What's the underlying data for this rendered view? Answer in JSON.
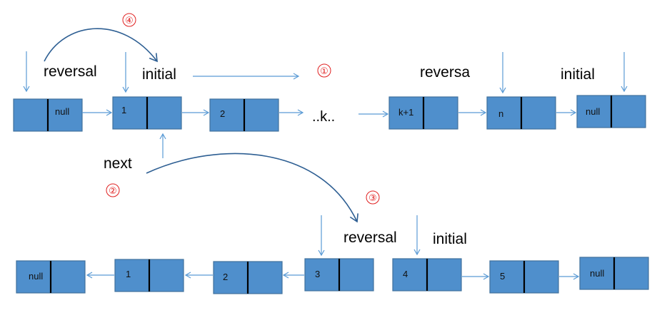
{
  "top_row": {
    "nodes": [
      {
        "value": "null"
      },
      {
        "value": "1"
      },
      {
        "value": "2"
      },
      {
        "value": "k+1"
      },
      {
        "value": "n"
      },
      {
        "value": "null"
      }
    ],
    "ellipsis": "..k..",
    "labels": {
      "reversal_left": "reversal",
      "initial_left": "initial",
      "reversa_right": "reversa",
      "initial_right": "initial",
      "next": "next"
    }
  },
  "bottom_row": {
    "nodes": [
      {
        "value": "null"
      },
      {
        "value": "1"
      },
      {
        "value": "2"
      },
      {
        "value": "3"
      },
      {
        "value": "4"
      },
      {
        "value": "5"
      },
      {
        "value": "null"
      }
    ],
    "labels": {
      "reversal": "reversal",
      "initial": "initial"
    }
  },
  "steps": [
    "①",
    "②",
    "③",
    "④"
  ],
  "colors": {
    "node_fill": "#4f8fcc",
    "node_border": "#41719c",
    "arrow": "#5b9bd5",
    "curve": "#2e5f93",
    "step_marker": "#e02020"
  }
}
